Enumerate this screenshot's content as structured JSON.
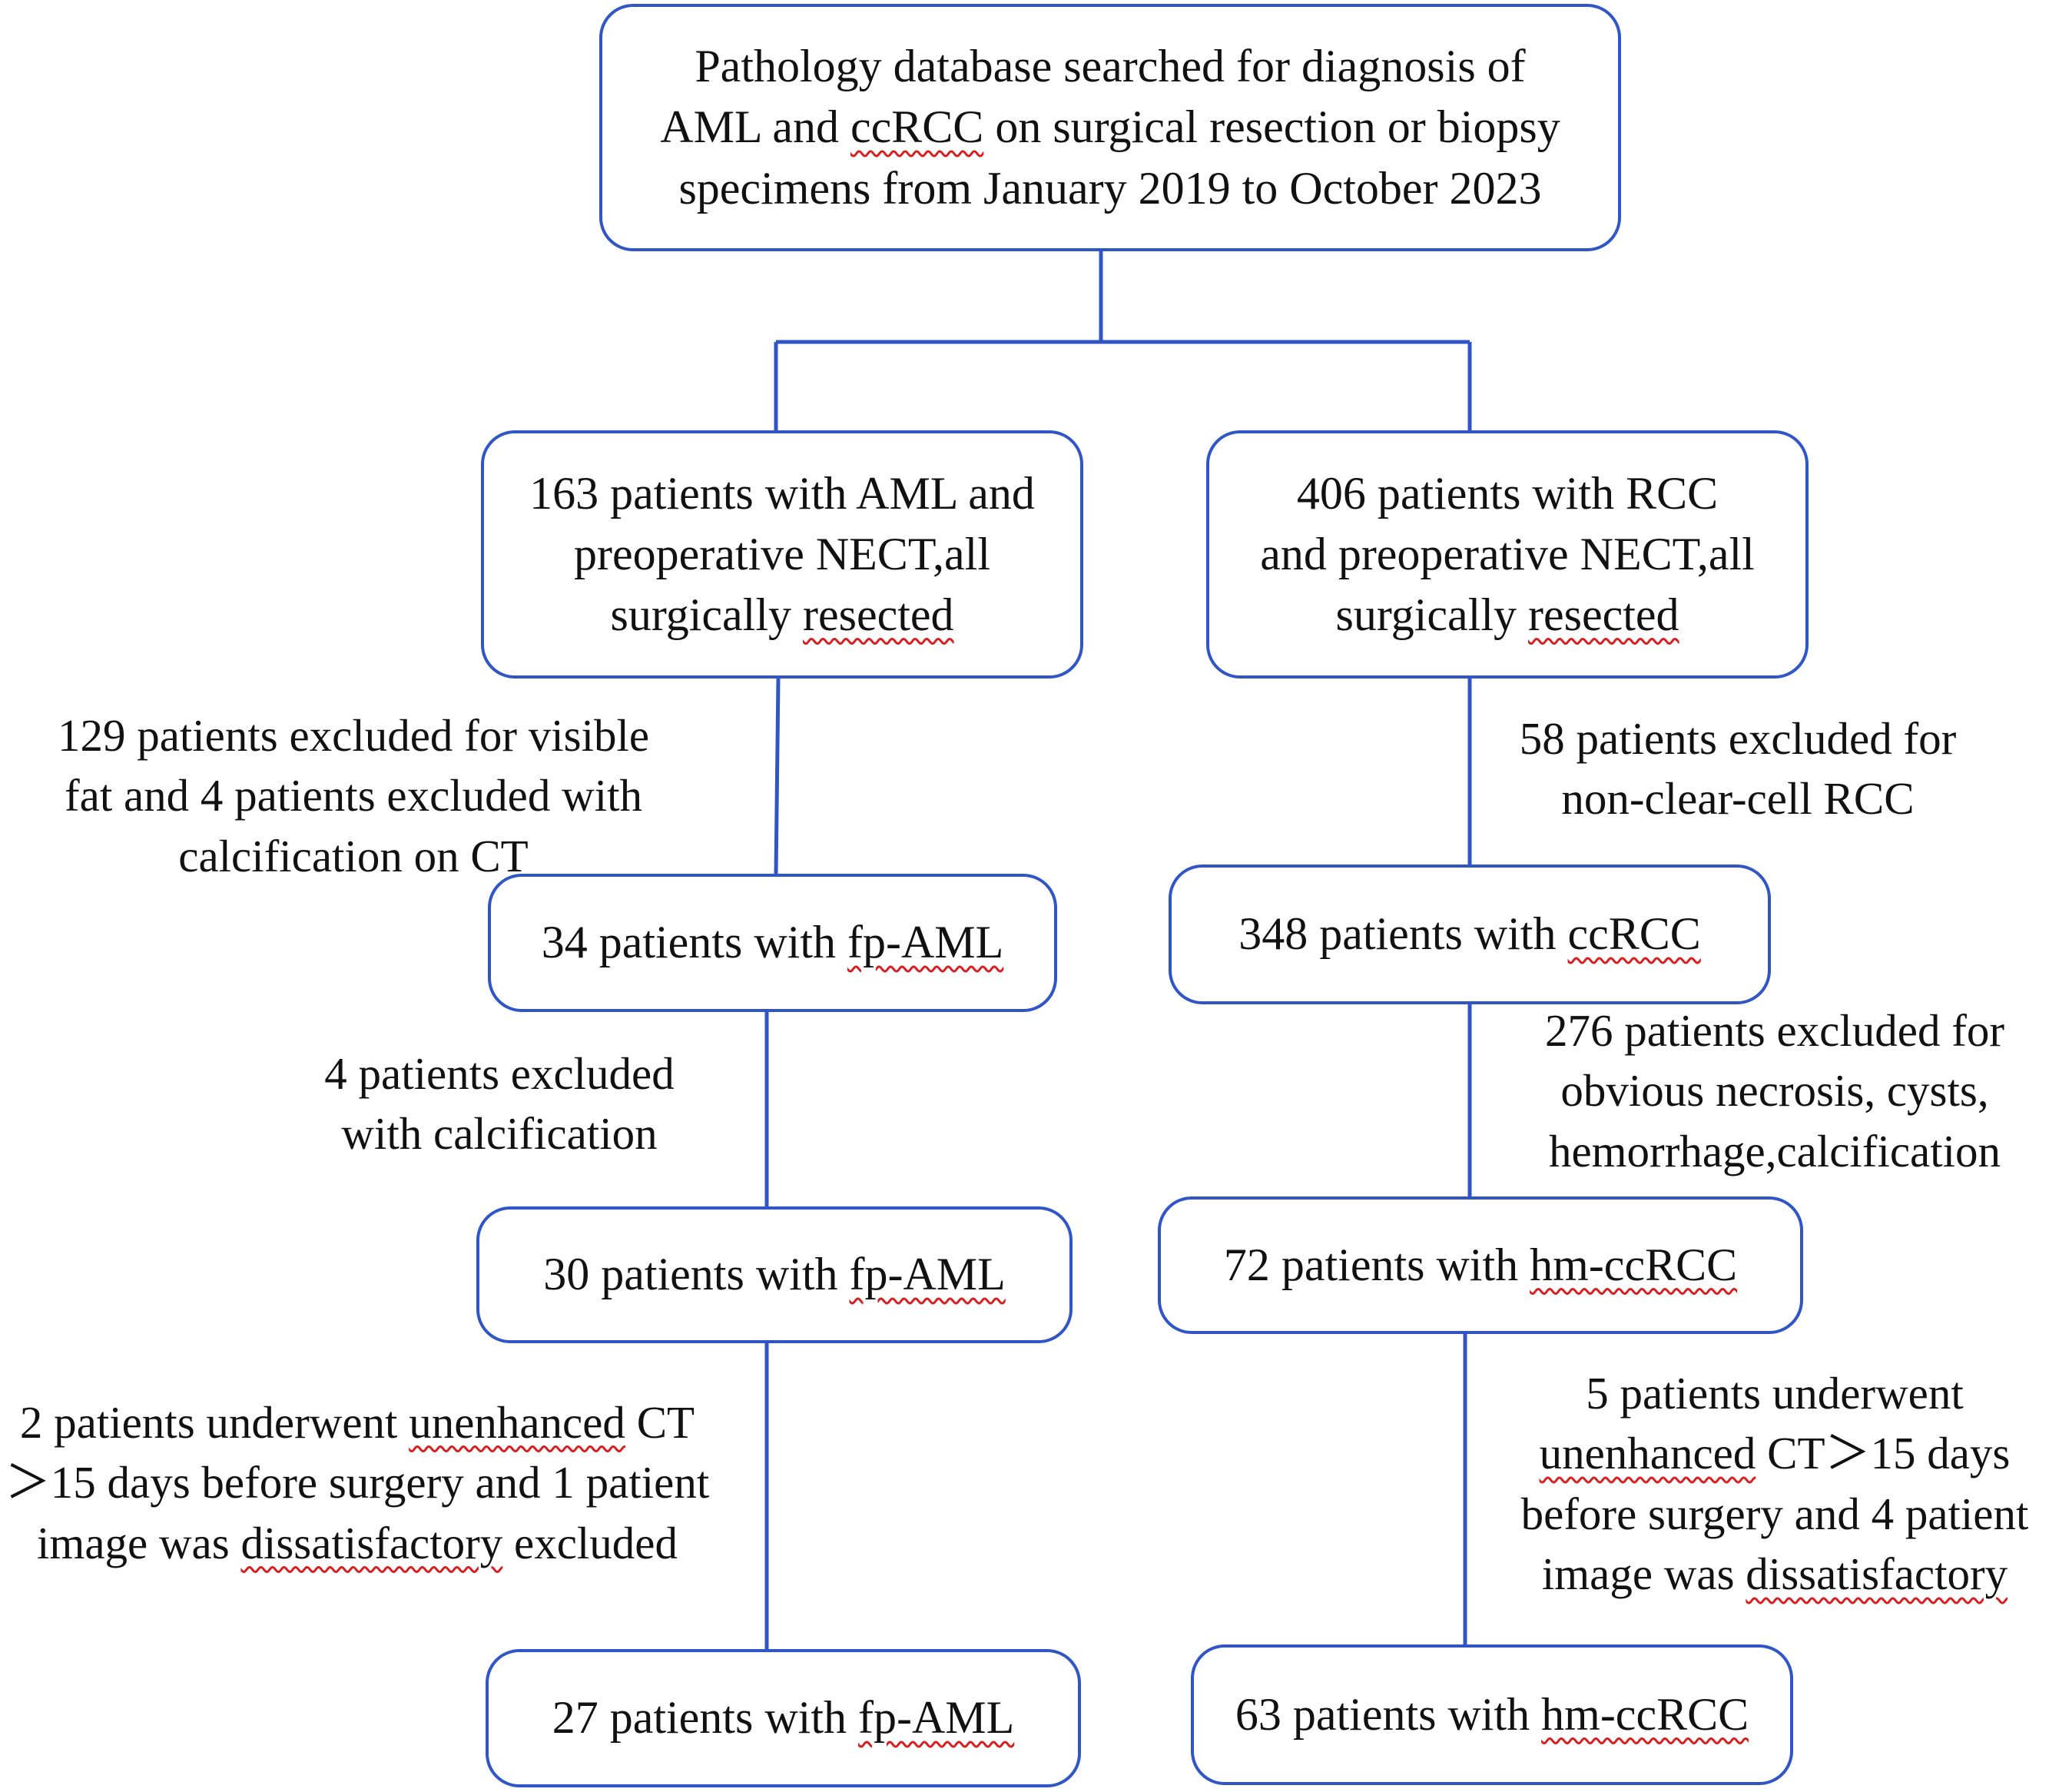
{
  "boxes": {
    "root": {
      "lines": [
        [
          "Pathology database searched for diagnosis of"
        ],
        [
          "AML and ",
          {
            "w": "ccRCC"
          },
          " on surgical resection or biopsy"
        ],
        [
          "specimens from January 2019 to October 2023"
        ]
      ]
    },
    "aml_initial": {
      "lines": [
        [
          "163 patients with AML and"
        ],
        [
          "preoperative NECT,all"
        ],
        [
          "surgically ",
          {
            "w": "resected"
          }
        ]
      ]
    },
    "rcc_initial": {
      "lines": [
        [
          "406 patients with RCC"
        ],
        [
          "and preoperative NECT,all"
        ],
        [
          "surgically ",
          {
            "w": "resected"
          }
        ]
      ]
    },
    "aml_34": {
      "lines": [
        [
          "34 patients with ",
          {
            "w": "fp-AML"
          }
        ]
      ]
    },
    "rcc_348": {
      "lines": [
        [
          "348 patients with ",
          {
            "w": "ccRCC"
          }
        ]
      ]
    },
    "aml_30": {
      "lines": [
        [
          "30 patients with ",
          {
            "w": "fp-AML"
          }
        ]
      ]
    },
    "rcc_72": {
      "lines": [
        [
          "72 patients with ",
          {
            "w": "hm-ccRCC"
          }
        ]
      ]
    },
    "aml_27": {
      "lines": [
        [
          "27 patients with ",
          {
            "w": "fp-AML"
          }
        ]
      ]
    },
    "rcc_63": {
      "lines": [
        [
          "63 patients with ",
          {
            "w": "hm-ccRCC"
          }
        ]
      ]
    }
  },
  "exclusions": {
    "aml_step1": {
      "lines": [
        [
          "129 patients excluded for visible"
        ],
        [
          "fat and 4 patients excluded with"
        ],
        [
          "calcification on CT"
        ]
      ]
    },
    "rcc_step1": {
      "lines": [
        [
          "58 patients excluded for"
        ],
        [
          "non-clear-cell RCC"
        ]
      ]
    },
    "aml_step2": {
      "lines": [
        [
          "4 patients excluded"
        ],
        [
          "with calcification"
        ]
      ]
    },
    "rcc_step2": {
      "lines": [
        [
          "276 patients excluded for"
        ],
        [
          "obvious necrosis, cysts,"
        ],
        [
          "hemorrhage,calcification"
        ]
      ]
    },
    "aml_step3": {
      "lines": [
        [
          "2 patients underwent ",
          {
            "w": "unenhanced"
          },
          " CT"
        ],
        [
          "＞15 days before surgery and 1 patient"
        ],
        [
          "image was ",
          {
            "w": "dissatisfactory"
          },
          " excluded"
        ]
      ]
    },
    "rcc_step3": {
      "lines": [
        [
          "5 patients underwent"
        ],
        [
          {
            "w": "unenhanced"
          },
          " CT＞15 days"
        ],
        [
          "before surgery and 4 patient"
        ],
        [
          "image was ",
          {
            "w": "dissatisfactory"
          }
        ]
      ]
    }
  },
  "colors": {
    "box_border": "#2f55c7",
    "connector": "#2f55c7",
    "text": "#111111",
    "spellcheck_underline": "#d81f1f"
  }
}
